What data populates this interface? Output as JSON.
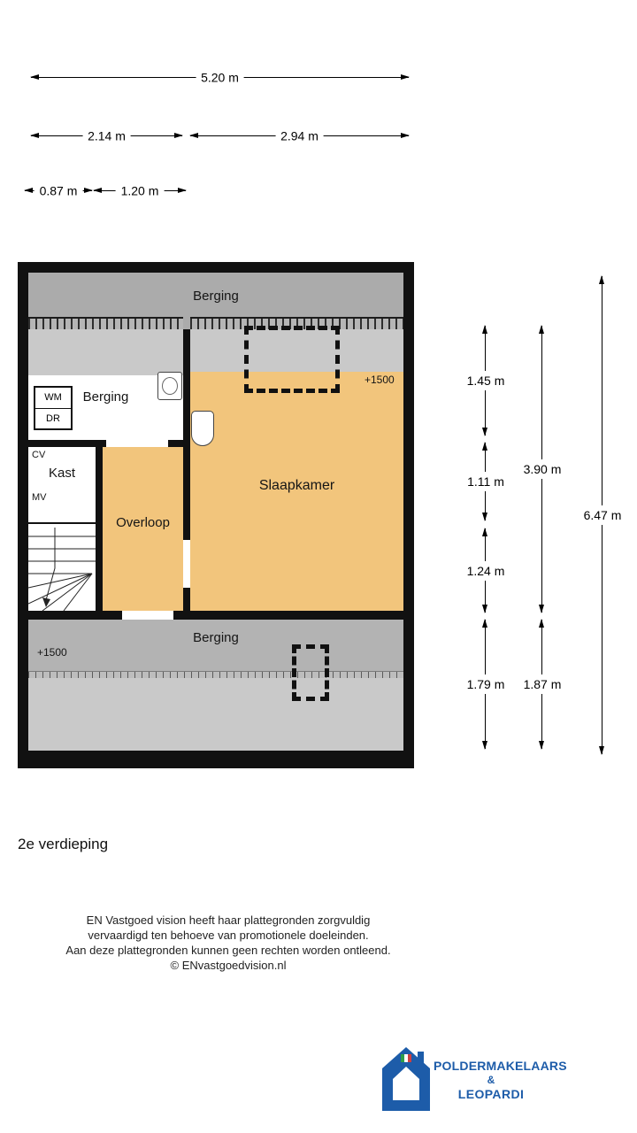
{
  "title": "2e verdieping",
  "plan": {
    "rooms": {
      "berging_top": "Berging",
      "berging_left": "Berging",
      "kast": "Kast",
      "overloop": "Overloop",
      "slaapkamer": "Slaapkamer",
      "berging_bottom": "Berging"
    },
    "labels": {
      "wm": "WM",
      "dr": "DR",
      "cv": "CV",
      "mv": "MV",
      "height_top": "+1500",
      "height_bottom": "+1500"
    }
  },
  "dims": {
    "total_width": "5.20 m",
    "left_width": "2.14 m",
    "right_width": "2.94 m",
    "small_left": "0.87 m",
    "small_right": "1.20 m",
    "v1": "1.45 m",
    "v2": "1.11 m",
    "v3": "1.24 m",
    "v4": "1.79 m",
    "v_upper_total": "3.90 m",
    "v_lower_total": "1.87 m",
    "v_total": "6.47 m"
  },
  "disclaimer": [
    "EN Vastgoed vision heeft haar plattegronden zorgvuldig",
    "vervaardigd ten behoeve van promotionele doeleinden.",
    "Aan deze plattegronden kunnen geen rechten worden ontleend.",
    "© ENvastgoedvision.nl"
  ],
  "logo": {
    "name_top": "POLDERMAKELAARS",
    "amp": "&",
    "name_bottom": "LEOPARDI"
  },
  "colors": {
    "wall": "#111111",
    "floor_orange": "#f2c57c",
    "gray_dark": "#ababab",
    "gray_light": "#c9c9c9",
    "brand_blue": "#1d5ca9"
  }
}
